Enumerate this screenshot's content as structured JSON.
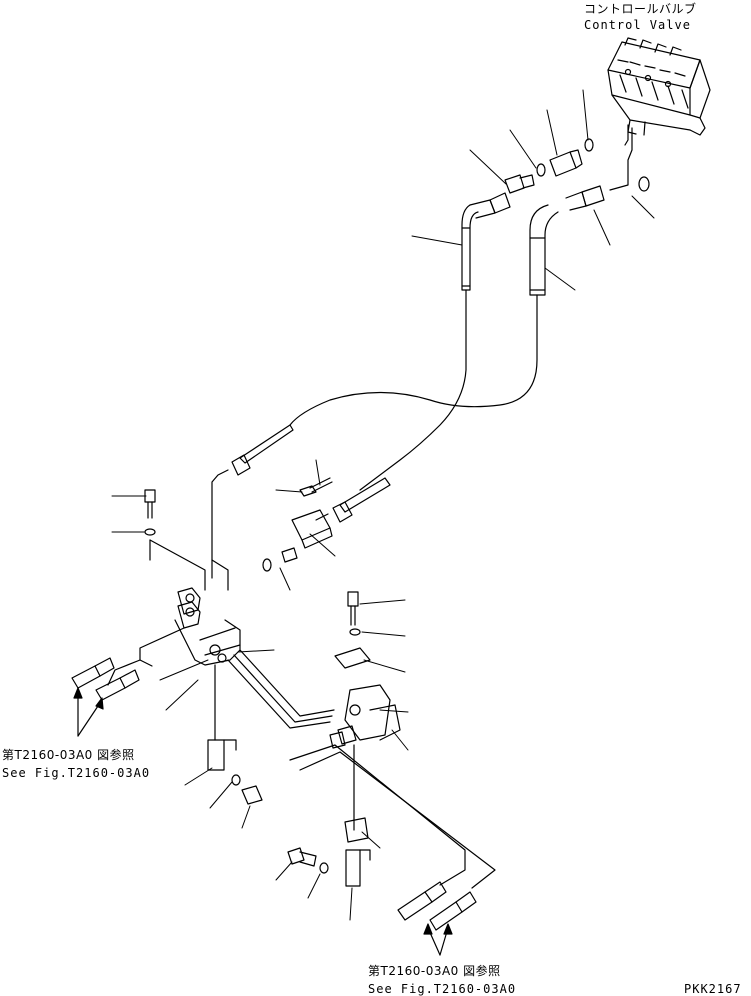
{
  "title_jp": "コントロールバルブ",
  "title_en": "Control Valve",
  "refs": [
    {
      "jp": "第T2160-03A0 図参照",
      "en": "See Fig.T2160-03A0"
    },
    {
      "jp": "第T2160-03A0 図参照",
      "en": "See Fig.T2160-03A0"
    }
  ],
  "drawing_code": "PKK2167"
}
